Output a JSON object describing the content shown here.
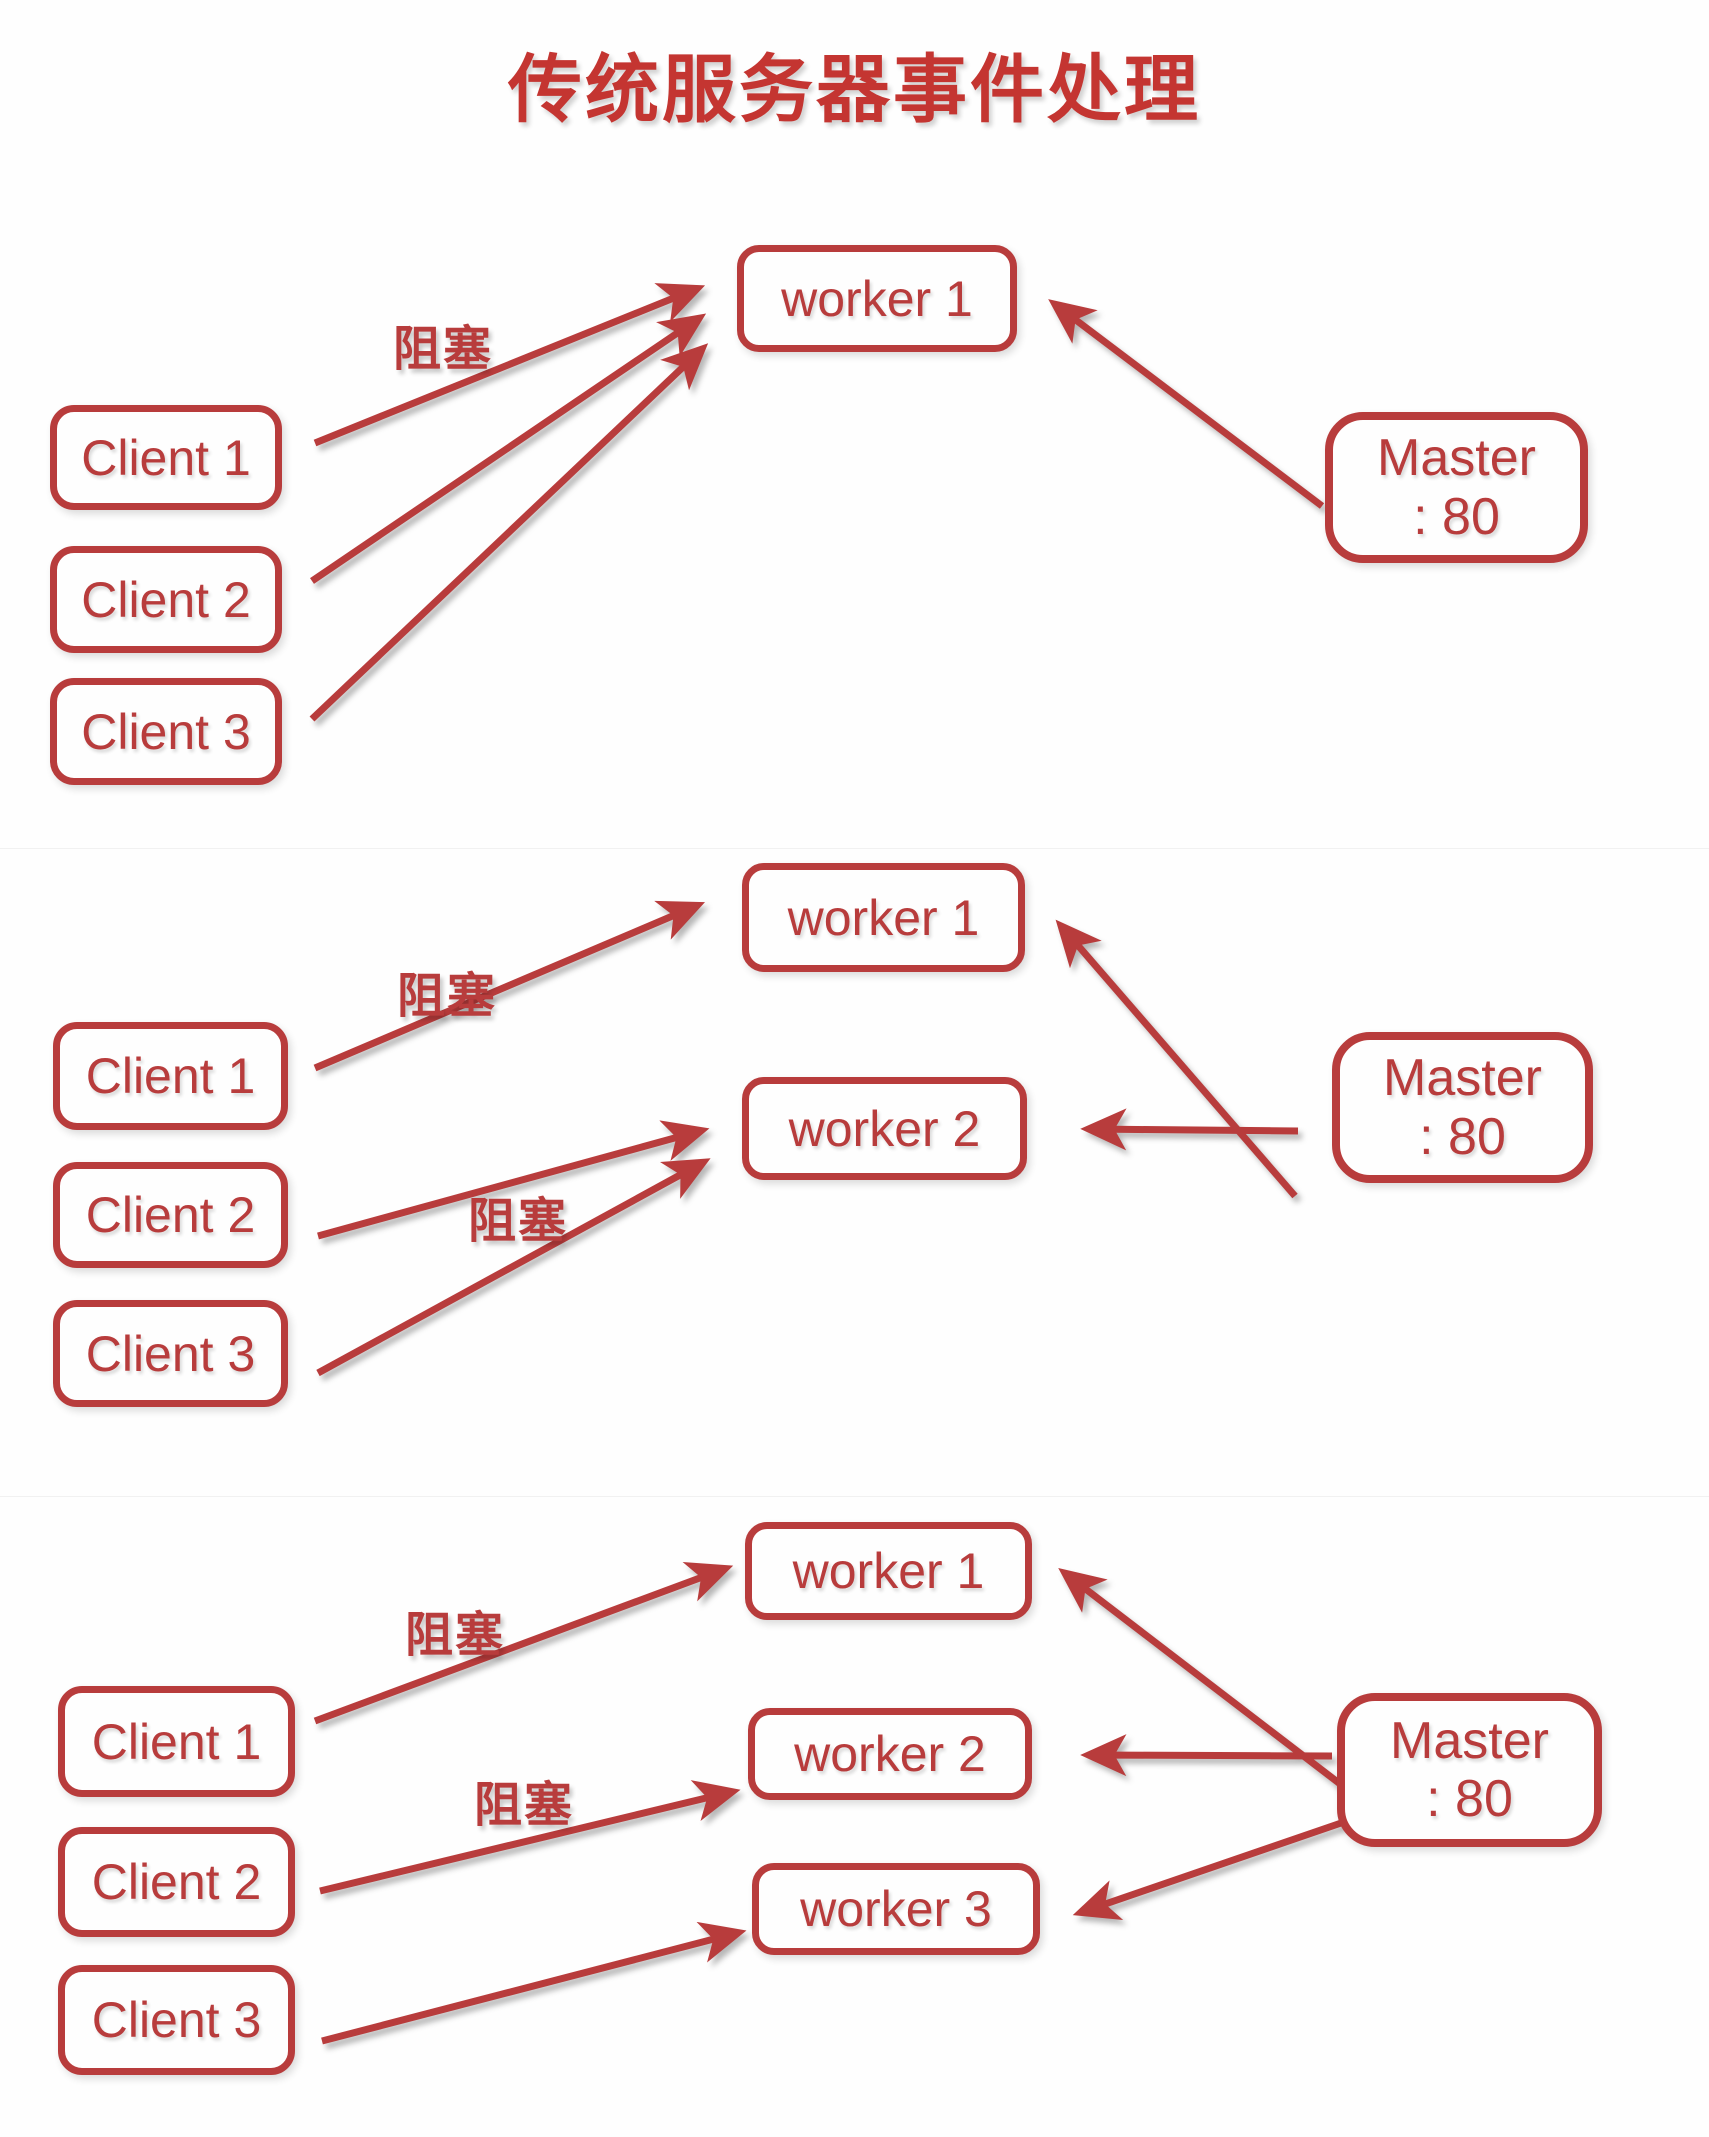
{
  "title": "传统服务器事件处理",
  "colors": {
    "diagram_red": "#b83c3c",
    "title_red": "#c43531",
    "background": "#fefefe"
  },
  "blocking_label": "阻塞",
  "sections": [
    {
      "name": "one-worker",
      "clients": [
        "Client 1",
        "Client 2",
        "Client 3"
      ],
      "workers": [
        "worker 1"
      ],
      "master": {
        "line1": "Master",
        "line2": ": 80"
      }
    },
    {
      "name": "two-workers",
      "clients": [
        "Client 1",
        "Client 2",
        "Client 3"
      ],
      "workers": [
        "worker 1",
        "worker 2"
      ],
      "master": {
        "line1": "Master",
        "line2": ": 80"
      }
    },
    {
      "name": "three-workers",
      "clients": [
        "Client 1",
        "Client 2",
        "Client 3"
      ],
      "workers": [
        "worker 1",
        "worker 2",
        "worker 3"
      ],
      "master": {
        "line1": "Master",
        "line2": ": 80"
      }
    }
  ]
}
